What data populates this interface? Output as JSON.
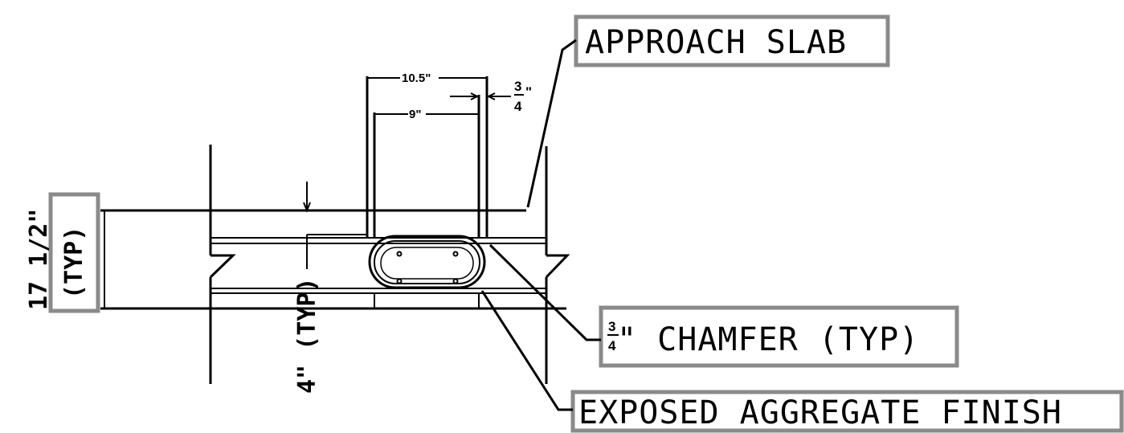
{
  "callouts": {
    "approach_slab": "APPROACH SLAB",
    "chamfer_frac_num": "3",
    "chamfer_frac_den": "4",
    "chamfer_text": "\" CHAMFER (TYP)",
    "exposed_aggregate": "EXPOSED AGGREGATE FINISH"
  },
  "dimensions": {
    "width_outer": "10.5\"",
    "width_inner": "9\"",
    "gap_num": "3",
    "gap_den": "4",
    "gap_unit": "\"",
    "depth_line1": "17 1/2\"",
    "depth_line2": "(TYP)",
    "recess": "4\" (TYP)"
  },
  "colors": {
    "line": "#000000",
    "callout_box": "#8a8a8a",
    "background": "#ffffff"
  }
}
